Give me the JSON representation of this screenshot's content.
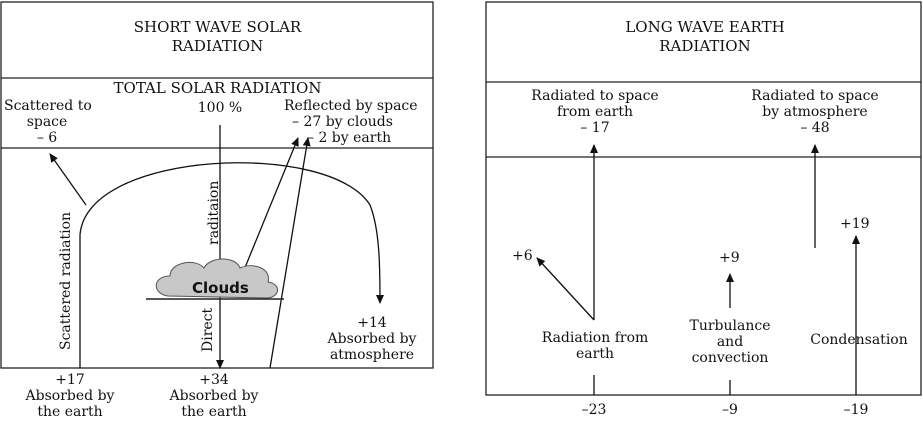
{
  "short_wave": {
    "title_line1": "SHORT WAVE SOLAR",
    "title_line2": "RADIATION",
    "total": "TOTAL SOLAR RADIATION",
    "scattered_space_1": "Scattered to",
    "scattered_space_2": "space",
    "scattered_space_3": "– 6",
    "percent": "100 %",
    "reflected_1": "Reflected by space",
    "reflected_2": "– 27 by clouds",
    "reflected_3": "– 2 by earth",
    "scattered_radiation": "Scattered radiation",
    "direct": "Direct",
    "radiation": "raditaion",
    "clouds": "Clouds",
    "abs_atm_1": "+14",
    "abs_atm_2": "Absorbed by",
    "abs_atm_3": "atmosphere",
    "abs_earth1_1": "+17",
    "abs_earth1_2": "Absorbed by",
    "abs_earth1_3": "the earth",
    "abs_earth2_1": "+34",
    "abs_earth2_2": "Absorbed by",
    "abs_earth2_3": "the earth"
  },
  "long_wave": {
    "title_line1": "LONG WAVE EARTH",
    "title_line2": "RADIATION",
    "space_earth_1": "Radiated to space",
    "space_earth_2": "from earth",
    "space_earth_3": "– 17",
    "space_atm_1": "Radiated to space",
    "space_atm_2": "by atmosphere",
    "space_atm_3": "– 48",
    "plus6": "+6",
    "plus9": "+9",
    "plus19": "+19",
    "rad_earth_1": "Radiation from",
    "rad_earth_2": "earth",
    "turb_1": "Turbulance",
    "turb_2": "and",
    "turb_3": "convection",
    "condensation": "Condensation",
    "minus23": "–23",
    "minus9": "–9",
    "minus19": "–19"
  }
}
